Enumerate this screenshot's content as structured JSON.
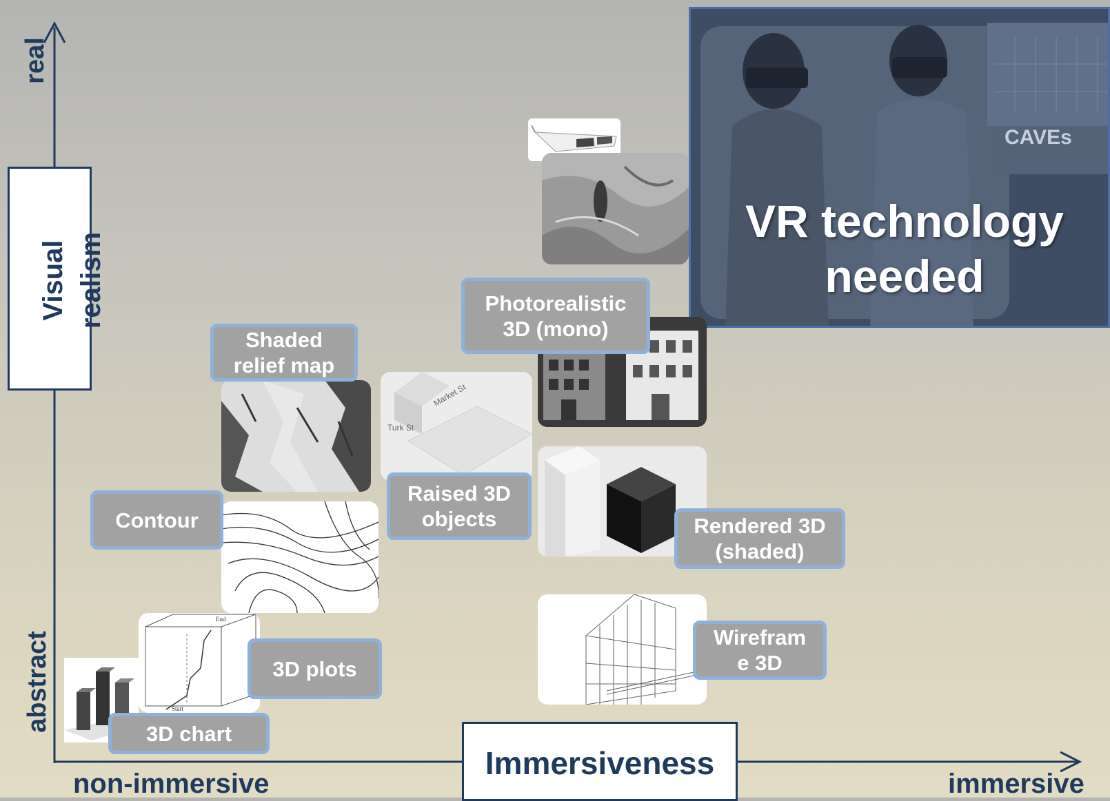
{
  "axes": {
    "y_title_line1": "Visual",
    "y_title_line2": "realism",
    "y_top": "real",
    "y_bottom": "abstract",
    "x_title": "Immersiveness",
    "x_left": "non-immersive",
    "x_right": "immersive"
  },
  "categories": [
    {
      "id": "chart3d",
      "label": "3D chart",
      "image": "bar-chart-3d-icon"
    },
    {
      "id": "plots3d",
      "label": "3D plots",
      "image": "3d-plot-cube-icon"
    },
    {
      "id": "contour",
      "label": "Contour",
      "image": "contour-map-icon"
    },
    {
      "id": "relief",
      "label": "Shaded relief map",
      "image": "shaded-relief-icon"
    },
    {
      "id": "raised",
      "label": "Raised 3D objects",
      "image": "raised-buildings-map-icon"
    },
    {
      "id": "photo",
      "label": "Photorealistic 3D (mono)",
      "image": "photorealistic-buildings-icon"
    },
    {
      "id": "rendered",
      "label": "Rendered 3D (shaded)",
      "image": "rendered-blocks-icon"
    },
    {
      "id": "wireframe",
      "label": "Wireframe 3D",
      "image": "wireframe-building-icon"
    }
  ],
  "labels": {
    "relief_line1": "Shaded",
    "relief_line2": "relief map",
    "raised_line1": "Raised 3D",
    "raised_line2": "objects",
    "photo_line1": "Photorealistic",
    "photo_line2": "3D (mono)",
    "rendered_line1": "Rendered 3D",
    "rendered_line2": "(shaded)",
    "wireframe_line1": "Wirefram",
    "wireframe_line2": "e 3D",
    "contour": "Contour",
    "plots3d": "3D plots",
    "chart3d": "3D chart"
  },
  "vr_panel": {
    "title_line1": "VR technology",
    "title_line2": "needed",
    "caves": "CAVEs"
  },
  "colors": {
    "axis": "#1f3a5e",
    "label_bg": "#a2a2a2",
    "label_border": "#8fb0d8",
    "vr_overlay": "#2c4a78"
  }
}
